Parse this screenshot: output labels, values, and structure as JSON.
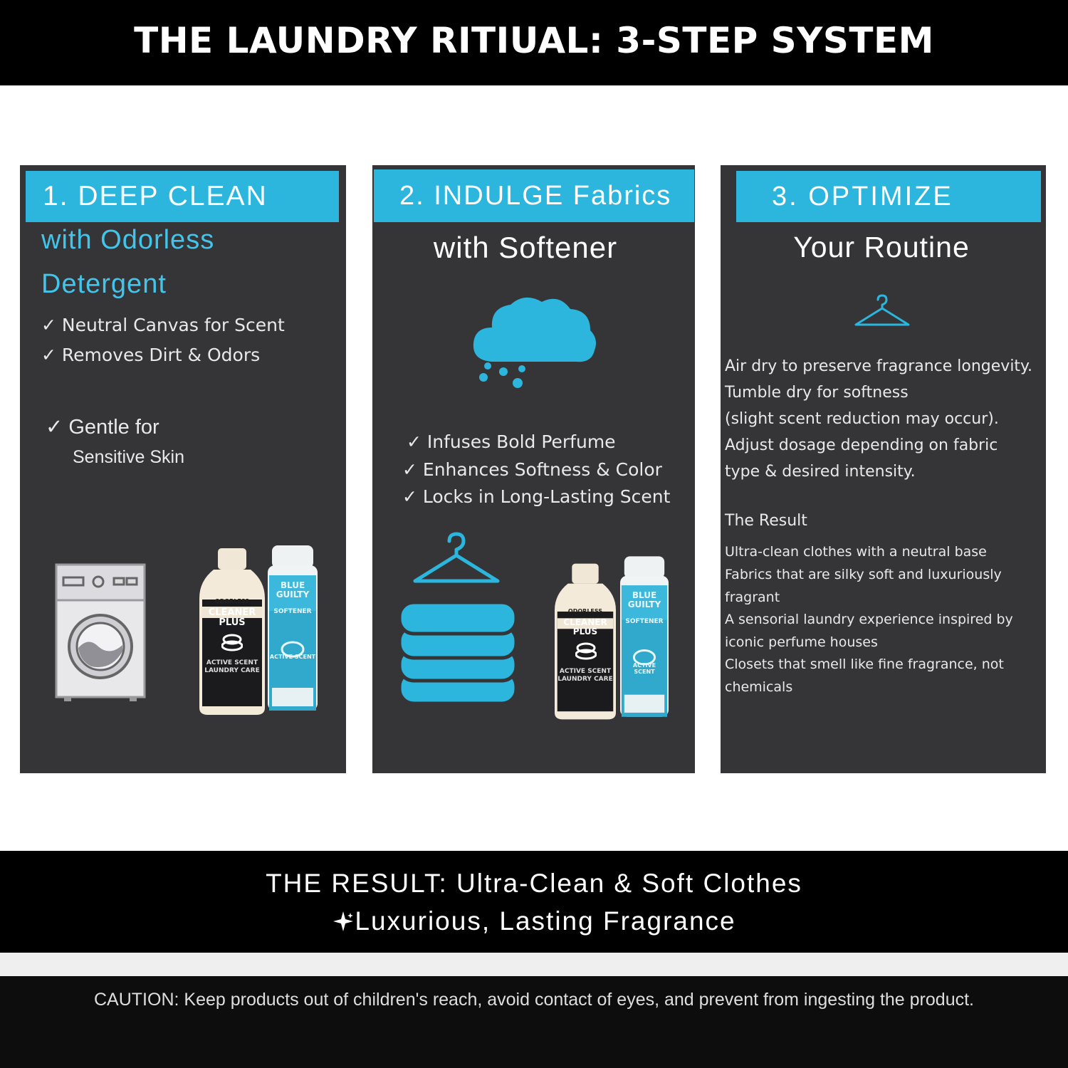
{
  "title": "THE LAUNDRY RITIUAL: 3-STEP SYSTEM",
  "colors": {
    "accent": "#2cb6dd",
    "panel": "#353537",
    "bar": "#000000"
  },
  "step1": {
    "heading": "1. DEEP CLEAN",
    "sub_line1": "with Odorless",
    "sub_line2": "Detergent",
    "check1": "✓ Neutral Canvas for Scent",
    "check2": "✓ Removes Dirt & Odors",
    "check3": "✓ Gentle for",
    "check3_cont": "Sensitive Skin",
    "icons": [
      "washing-machine-icon"
    ],
    "bottle1": {
      "line1": "ODORLESS",
      "line2": "CLEANER",
      "line3": "PLUS",
      "line4": "ACTIVE SCENT",
      "line5": "LAUNDRY CARE"
    },
    "bottle2": {
      "line1": "BLUE",
      "line2": "GUILTY",
      "line3": "SOFTENER",
      "line4": "ACTIVE SCENT"
    }
  },
  "step2": {
    "heading": "2. INDULGE Fabrics",
    "sub": "with Softener",
    "check1": "✓ Infuses Bold Perfume",
    "check2": "✓ Enhances Softness & Color",
    "check3": "✓ Locks in Long-Lasting Scent",
    "icons": [
      "cloud-icon",
      "hanger-icon",
      "folded-towels-icon"
    ],
    "bottle1": {
      "line1": "ODORLESS",
      "line2": "CLEANER",
      "line3": "PLUS",
      "line4": "ACTIVE SCENT",
      "line5": "LAUNDRY CARE"
    },
    "bottle2": {
      "line1": "BLUE",
      "line2": "GUILTY",
      "line3": "SOFTENER",
      "line4": "ACTIVE SCENT"
    }
  },
  "step3": {
    "heading": "3. OPTIMIZE",
    "sub": "Your Routine",
    "icons": [
      "hanger-icon"
    ],
    "p1": "Air dry to preserve fragrance longevity.",
    "p2": "Tumble dry for softness",
    "p3": "(slight scent reduction may occur).",
    "p4": "Adjust dosage depending on fabric",
    "p5": "type & desired intensity.",
    "result_title": "The Result",
    "r1": "Ultra-clean clothes with a neutral base",
    "r2": "Fabrics that are silky soft and luxuriously",
    "r3": "fragrant",
    "r4": "A sensorial laundry experience inspired by",
    "r5": "iconic perfume houses",
    "r6": "Closets that smell like fine fragrance, not",
    "r7": "chemicals"
  },
  "result": {
    "line1": "THE RESULT: Ultra-Clean & Soft Clothes",
    "line2_icon": "sparkle-icon",
    "line2": "Luxurious, Lasting Fragrance"
  },
  "caution": "CAUTION: Keep products out of children's reach, avoid contact of eyes, and prevent from ingesting the product."
}
